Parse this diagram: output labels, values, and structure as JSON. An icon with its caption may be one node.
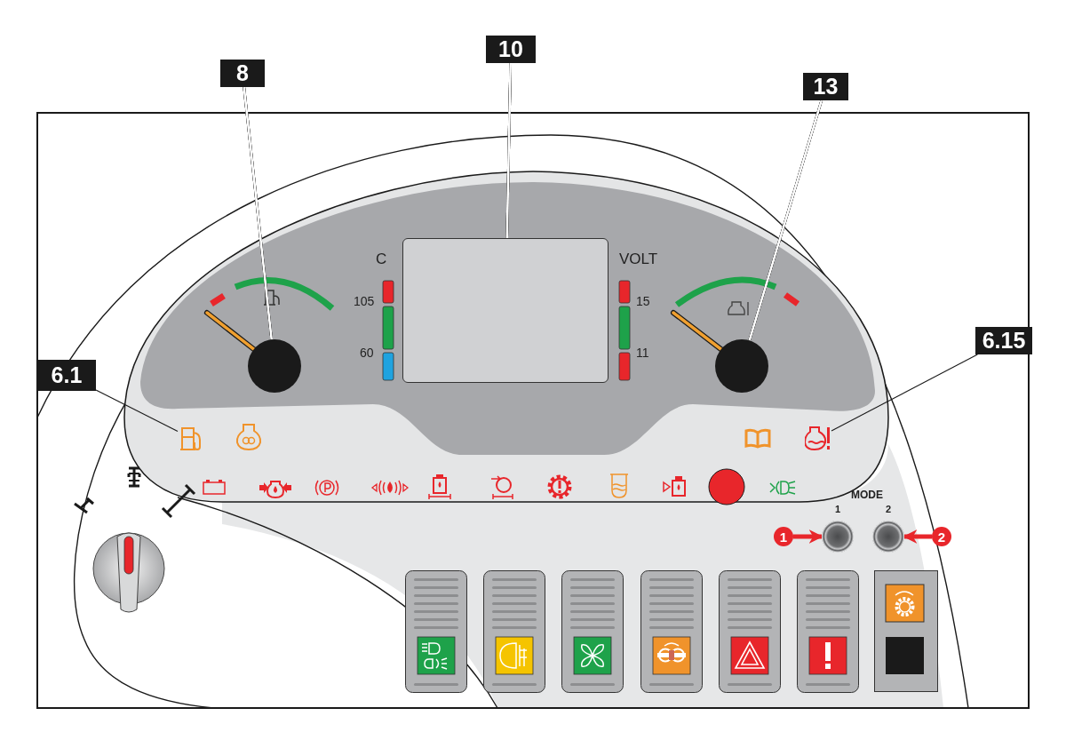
{
  "diagram": {
    "nodes": [
      {
        "text": [
          "8"
        ]
      },
      {
        "text": [
          "10"
        ]
      },
      {
        "text": [
          "13"
        ]
      },
      {
        "text": [
          "6.1"
        ]
      },
      {
        "text": [
          "6.15"
        ]
      },
      {
        "text": [],
        "shape": "circle"
      },
      {
        "text": [],
        "shape": "box"
      },
      {
        "text": [],
        "shape": "circle"
      },
      {
        "text": [],
        "shape": "icon"
      },
      {
        "text": [],
        "shape": "icon"
      },
      {
        "text": [
          "1"
        ]
      },
      {
        "text": [
          "2"
        ]
      },
      {
        "text": [],
        "shape": "circle",
        "beside": [
          "1"
        ]
      },
      {
        "text": [],
        "shape": "circle",
        "beside": [
          "2"
        ]
      }
    ],
    "edges": [
      {
        "from": 0,
        "to": 5,
        "arrow": "none",
        "color": "#ffffff"
      },
      {
        "from": 1,
        "to": 6,
        "arrow": "none",
        "color": "#ffffff"
      },
      {
        "from": 2,
        "to": 7,
        "arrow": "none",
        "color": "#ffffff"
      },
      {
        "from": 3,
        "to": 8,
        "arrow": "none",
        "color": "#1a1a1a"
      },
      {
        "from": 4,
        "to": 9,
        "arrow": "none",
        "color": "#1a1a1a"
      },
      {
        "from": 10,
        "to": 12,
        "arrow": "to",
        "style": "thick",
        "color": "#e8262b"
      },
      {
        "from": 11,
        "to": 13,
        "arrow": "to",
        "style": "thick",
        "color": "#e8262b"
      }
    ],
    "labels": [
      "C",
      "105",
      "60",
      "VOLT",
      "15",
      "11",
      "MODE"
    ]
  }
}
